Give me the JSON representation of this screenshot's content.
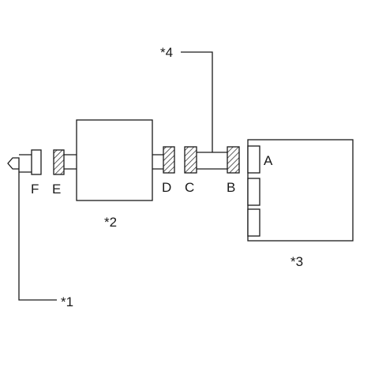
{
  "labels": {
    "callout_1": "*1",
    "callout_2": "*2",
    "callout_3": "*3",
    "callout_4": "*4",
    "connector_a": "A",
    "connector_b": "B",
    "connector_c": "C",
    "connector_d": "D",
    "connector_e": "E",
    "connector_f": "F"
  }
}
